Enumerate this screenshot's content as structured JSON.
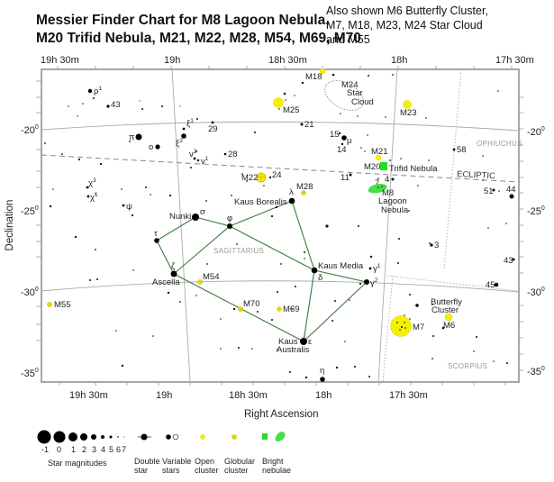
{
  "title": {
    "line1": "Messier Finder Chart for M8 Lagoon Nebula,",
    "line2": "M20 Trifid Nebula, M21, M22, M28, M54, M69, M70"
  },
  "subtitle": {
    "line1": "Also shown M6 Butterfly Cluster,",
    "line2": "M7, M18, M23, M24 Star Cloud",
    "line3": "and M55"
  },
  "axes": {
    "x_label": "Right Ascension",
    "y_label": "Declination",
    "ra_ticks": [
      "19h 30m",
      "19h",
      "18h 30m",
      "18h",
      "17h 30m"
    ],
    "dec_ticks": [
      "-20",
      "-25",
      "-30",
      "-35"
    ],
    "degree_symbol": "0"
  },
  "constellations": {
    "sagittarius": "Sagittarius",
    "ophiuchus": "Ophiuchus",
    "scorpius": "Scorpius",
    "ecliptic": "ECLIPTIC"
  },
  "objects": {
    "m8": {
      "name": "M8",
      "line2": "Lagoon",
      "line3": "Nebula"
    },
    "m20": {
      "name": "M20",
      "extra": "Trifid Nebula"
    },
    "m21": "M21",
    "m22": "M22",
    "m28": "M28",
    "m54": "M54",
    "m69": "M69",
    "m70": "M70",
    "m55": "M55",
    "m6": {
      "name": "M6",
      "line1": "Butterfly",
      "line2": "Cluster"
    },
    "m7": "M7",
    "m18": "M18",
    "m23": "M23",
    "m24": {
      "name": "M24",
      "line2": "Star",
      "line3": "Cloud"
    },
    "m25": "M25"
  },
  "star_names": {
    "nunki": "Nunki",
    "kaus_borealis": "Kaus Borealis",
    "kaus_media": "Kaus Media",
    "kaus_australis_1": "Kaus",
    "kaus_australis_2": "Australis",
    "ascella": "Ascella"
  },
  "star_labels": {
    "rho1": "ρ",
    "rho_sup": "1",
    "n43a": "43",
    "pi": "π",
    "omicron": "o",
    "xi1": "ξ",
    "xi1_sup": "1",
    "xi2": "ξ",
    "xi2_sup": "2",
    "n29": "29",
    "nu2": "ν",
    "nu2_sup": "2",
    "nu1": "ν",
    "nu1_sup": "1",
    "n28": "28",
    "chi3": "χ",
    "chi3_sup": "3",
    "chi1": "χ",
    "chi1_sup": "1",
    "psi": "ψ",
    "sigma": "σ",
    "phi": "φ",
    "tau": "τ",
    "zeta": "ζ",
    "lambda": "λ",
    "delta": "δ",
    "epsilon": "ε",
    "eta": "η",
    "gamma1": "γ",
    "gamma1_sup": "1",
    "gamma2": "γ",
    "gamma2_sup": "2",
    "n24": "24",
    "n21": "21",
    "n15": "15",
    "mu": "μ",
    "n14": "14",
    "n11": "11",
    "n7": "7",
    "n4": "4",
    "n58": "58",
    "n51": "51",
    "n44": "44",
    "n3": "3",
    "n43b": "43",
    "n45": "45"
  },
  "legend": {
    "magnitudes": [
      "-1",
      "0",
      "1",
      "2",
      "3",
      "4",
      "5",
      "6",
      "7"
    ],
    "star_magnitudes": "Star magnitudes",
    "double_star_1": "Double",
    "double_star_2": "star",
    "variable_1": "Variable",
    "variable_2": "stars",
    "open_1": "Open",
    "open_2": "cluster",
    "globular_1": "Globular",
    "globular_2": "cluster",
    "nebulae_1": "Bright",
    "nebulae_2": "nebulae"
  },
  "colors": {
    "open_cluster": "#f5f000",
    "globular_cluster": "#e8d800",
    "nebula": "#33dd33",
    "constellation_line": "#3a7a3a",
    "grid": "#aaaaaa",
    "frame": "#888888"
  }
}
